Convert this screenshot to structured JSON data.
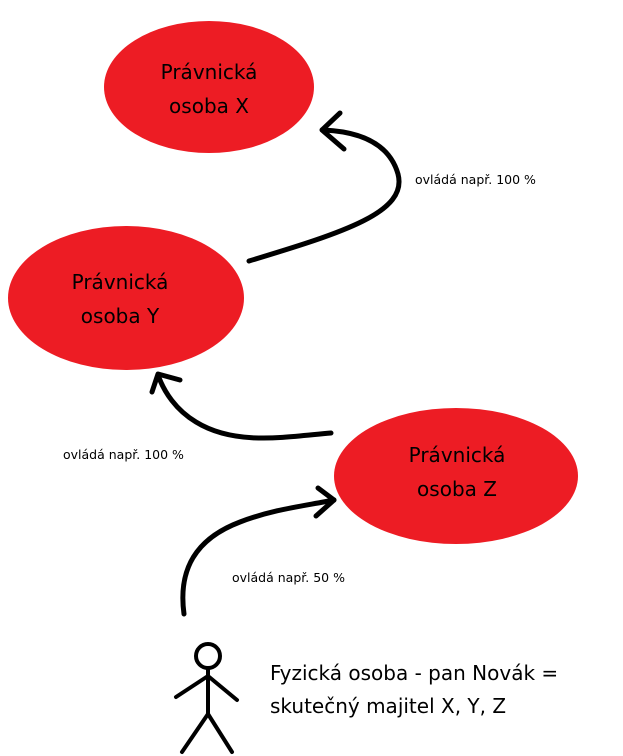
{
  "colors": {
    "node_fill": "#ed1c24",
    "stroke": "#000000",
    "background": "#ffffff"
  },
  "nodes": {
    "x": {
      "line1": "Právnická",
      "line2": "osoba X"
    },
    "y": {
      "line1": "Právnická",
      "line2": "osoba Y"
    },
    "z": {
      "line1": "Právnická",
      "line2": "osoba Z"
    }
  },
  "edges": {
    "y_to_x": {
      "label": "ovládá např. 100 %"
    },
    "z_to_y": {
      "label": "ovládá např. 100 %"
    },
    "person_to_z": {
      "label": "ovládá např. 50 %"
    }
  },
  "person": {
    "icon": "stick-figure-icon",
    "line1": "Fyzická osoba - pan Novák =",
    "line2": "skutečný majitel X, Y, Z"
  }
}
